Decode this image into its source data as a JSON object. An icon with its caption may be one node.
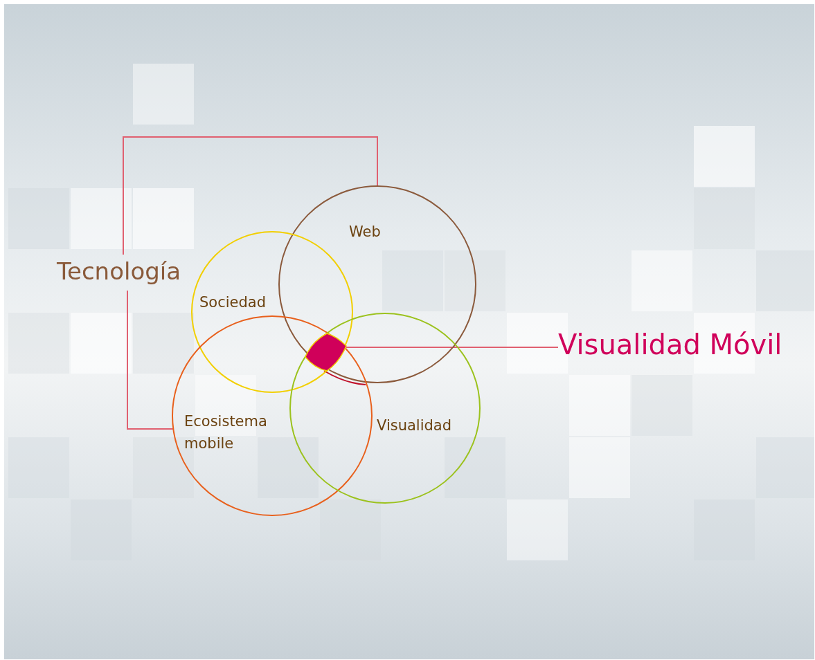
{
  "diagram": {
    "nodes": [
      {
        "text": [
          "Tecnología"
        ]
      },
      {
        "text": [
          "Web"
        ]
      },
      {
        "text": [
          "Sociedad"
        ]
      },
      {
        "text": [
          "Ecosistema mobile"
        ]
      },
      {
        "text": [
          "Visualidad"
        ]
      },
      {
        "text": [],
        "shape": "lens"
      },
      {
        "text": [
          "Visualidad Móvil"
        ]
      }
    ],
    "edges": [
      {
        "from": 0,
        "to": 1,
        "arrow": "none"
      },
      {
        "from": 0,
        "to": 3,
        "arrow": "none"
      },
      {
        "from": 6,
        "to": 5,
        "arrow": "none"
      }
    ]
  }
}
